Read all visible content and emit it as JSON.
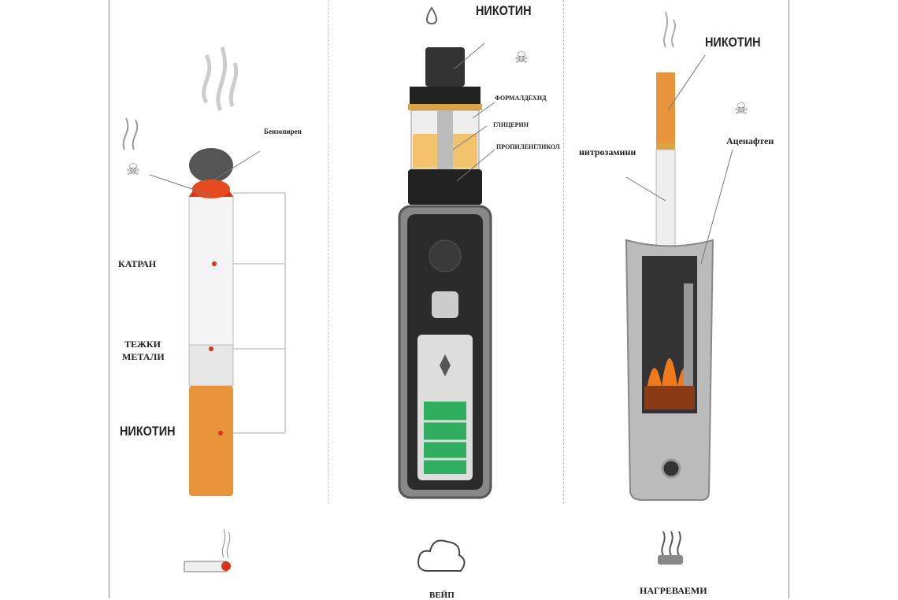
{
  "cigarette": {
    "labels": {
      "benzopyrene": "Бензопирен",
      "tar": "КАТРАН",
      "heavy_metals_1": "ТЕЖКИ",
      "heavy_metals_2": "МЕТАЛИ",
      "nicotine": "НИКОТИН"
    }
  },
  "vape": {
    "labels": {
      "nicotine": "НИКОТИН",
      "formaldehyde": "ФОРМАЛДЕХИД",
      "glycerin": "ГЛИЦЕРИН",
      "propylene_glycol": "ПРОПИЛЕНГЛИКОЛ"
    },
    "caption": "ВЕЙП"
  },
  "heated": {
    "labels": {
      "nicotine": "НИКОТИН",
      "nitrosamines": "нитрозамини",
      "acenaphthene": "Аценафтен"
    },
    "caption": "НАГРЕВАЕМИ"
  },
  "colors": {
    "filter": "#e8943a",
    "ember": "#d9331a",
    "battery": "#2fae5f",
    "liquid": "#f2b84b"
  }
}
